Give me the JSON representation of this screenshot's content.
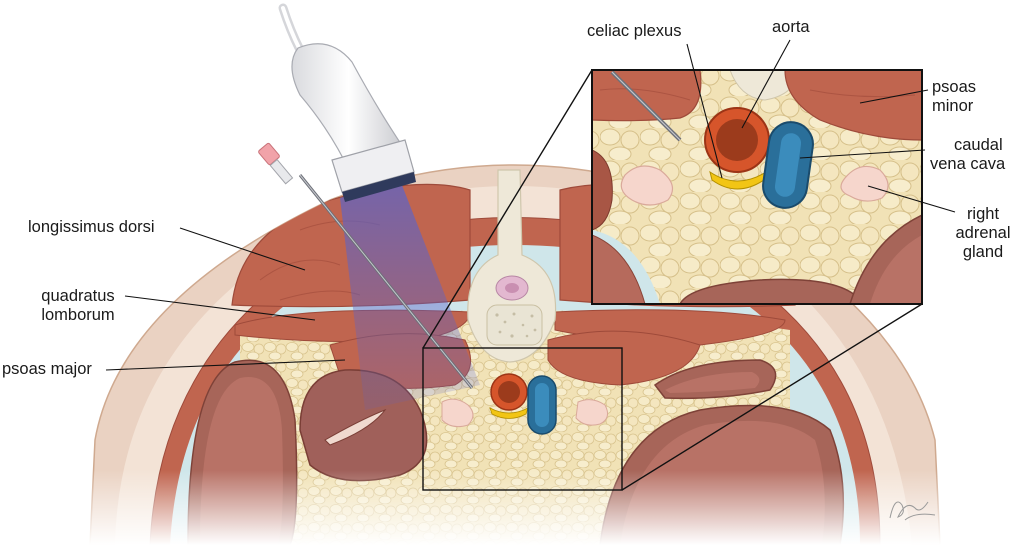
{
  "labels": {
    "celiac_plexus": "celiac plexus",
    "aorta": "aorta",
    "psoas_minor": [
      "psoas",
      "minor"
    ],
    "caudal_vena_cava": [
      "caudal",
      "vena cava"
    ],
    "right_adrenal_gland": [
      "right",
      "adrenal",
      "gland"
    ],
    "longissimus_dorsi": "longissimus dorsi",
    "quadratus_lumborum": [
      "quadratus",
      "lomborum"
    ],
    "psoas_major": "psoas major"
  },
  "colors": {
    "muscle": "#c0654f",
    "muscle_dark": "#9e4a3a",
    "fat": "#f1e2b6",
    "skin": "#ead2c2",
    "aorta": "#d6552b",
    "vena_cava": "#2a6f9a",
    "nerve": "#f2c515",
    "adrenal": "#f6d6cc",
    "ultrasound_beam": "#5b63c9",
    "fascia": "#cfe6ea"
  },
  "icons": {
    "probe": "ultrasound-probe-icon",
    "needle": "needle-icon",
    "signature": "artist-signature"
  }
}
